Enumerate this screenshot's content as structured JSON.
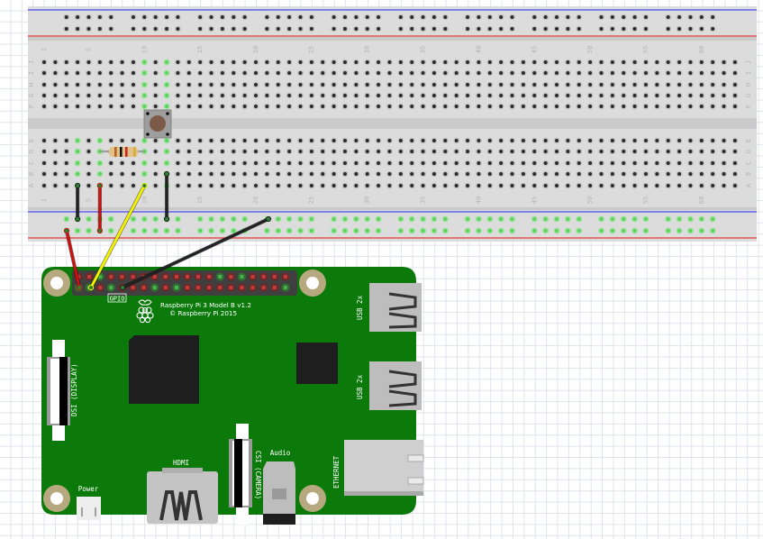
{
  "breadboard": {
    "columns": 63,
    "column_labels": [
      "1",
      "5",
      "10",
      "15",
      "20",
      "25",
      "30",
      "35",
      "40",
      "45",
      "50",
      "55",
      "60"
    ],
    "top_rows": [
      "J",
      "I",
      "H",
      "G",
      "F"
    ],
    "bottom_rows": [
      "E",
      "D",
      "C",
      "B",
      "A"
    ],
    "colors": {
      "body": "#dcdcdc",
      "rail_blue": "#6262ee",
      "rail_red": "#e25555",
      "hole": "#2b2b2b",
      "hole_connected": "#5fd35f"
    },
    "connected_columns_top": [
      10,
      12
    ],
    "connected_columns_bottom": [
      4,
      6,
      10,
      12
    ],
    "bottom_rail_connected": true
  },
  "components": {
    "pushbutton": {
      "label": "Pushbutton",
      "columns": [
        10,
        12
      ],
      "color": "#7b5a4a"
    },
    "resistor": {
      "label": "Resistor",
      "row": "D",
      "from_column": 6,
      "to_column": 10,
      "bands": [
        "#b5651d",
        "#111111",
        "#c62828",
        "#d4af37"
      ]
    }
  },
  "wires": [
    {
      "name": "black-jumper-a",
      "color": "#222222"
    },
    {
      "name": "red-jumper",
      "color": "#cc1111"
    },
    {
      "name": "yellow-wire",
      "color": "#f2f200"
    },
    {
      "name": "black-jumper-b",
      "color": "#222222"
    },
    {
      "name": "red-pi-wire",
      "color": "#cc1111"
    },
    {
      "name": "black-pi-wire",
      "color": "#222222"
    }
  ],
  "pi": {
    "title": "Raspberry Pi 3 Model B v1.2",
    "copyright": "© Raspberry Pi 2015",
    "gpio_label": "GPIO",
    "board_color": "#0b7a0b",
    "ports": {
      "usb1": "USB 2x",
      "usb2": "USB 2x",
      "ethernet": "ETHERNET",
      "audio": "Audio",
      "hdmi": "HDMI",
      "power": "Power",
      "dsi": "DSI (DISPLAY)",
      "csi": "CSI (CAMERA)"
    },
    "gpio_top_green": [
      3,
      14,
      16
    ],
    "gpio_bottom_green": [
      1,
      2,
      4,
      8,
      10,
      20
    ]
  }
}
